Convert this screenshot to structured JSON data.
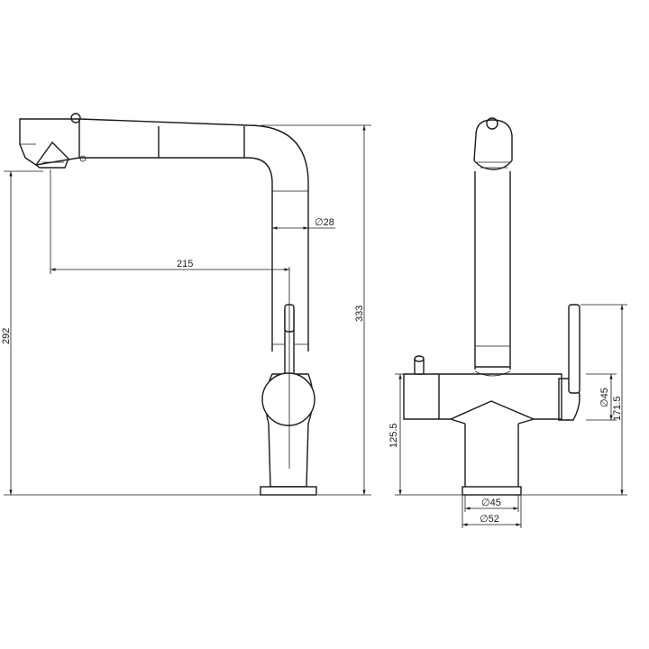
{
  "dimensions": {
    "reach": "215",
    "spout_diameter": "∅28",
    "spout_height": "292",
    "total_height": "333",
    "body_height": "125.5",
    "lever_height": "171.5",
    "lever_diameter": "∅45",
    "base_diameter_inner": "∅45",
    "base_diameter_outer": "∅52"
  },
  "colors": {
    "line": "#1a1a1a",
    "background": "#ffffff"
  }
}
